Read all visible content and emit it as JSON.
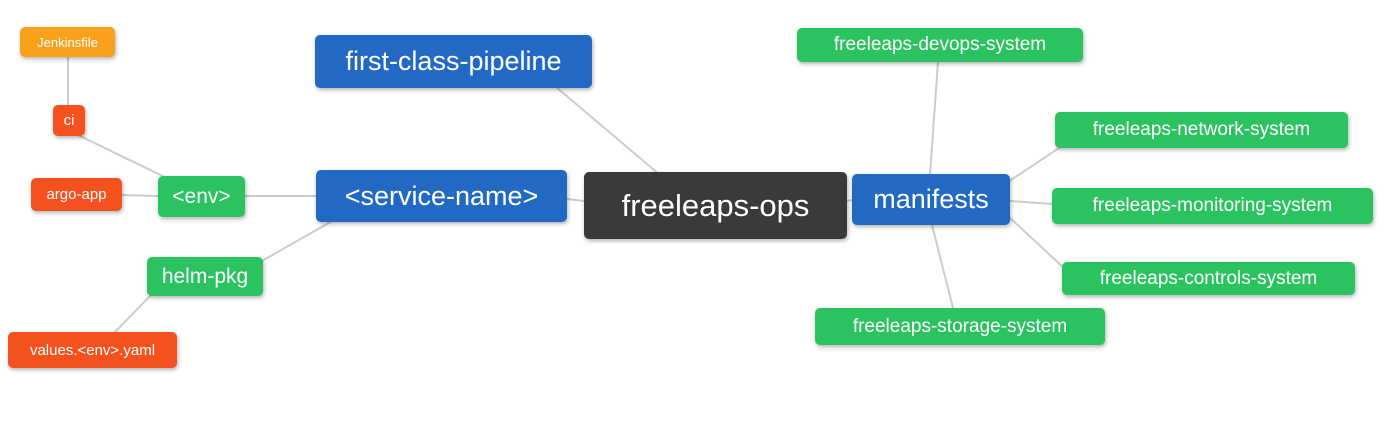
{
  "colors": {
    "node_blue": "#2269c3",
    "node_green": "#2bc360",
    "node_orange": "#f9a11c",
    "node_red": "#f4511e",
    "node_dark": "#3c3a39",
    "edge_line": "#cccccc",
    "node_text": "#ffffff",
    "background": "#ffffff"
  },
  "mindmap": {
    "root": "freeleaps-ops",
    "nodes": [
      {
        "id": "jenkinsfile",
        "label": "Jenkinsfile",
        "color": "orange"
      },
      {
        "id": "ci",
        "label": "ci",
        "color": "red"
      },
      {
        "id": "argo-app",
        "label": "argo-app",
        "color": "red"
      },
      {
        "id": "env",
        "label": "<env>",
        "color": "green"
      },
      {
        "id": "helm-pkg",
        "label": "helm-pkg",
        "color": "green"
      },
      {
        "id": "values-env-yaml",
        "label": "values.<env>.yaml",
        "color": "red"
      },
      {
        "id": "first-class-pipeline",
        "label": "first-class-pipeline",
        "color": "blue"
      },
      {
        "id": "service-name",
        "label": "<service-name>",
        "color": "blue"
      },
      {
        "id": "freeleaps-ops",
        "label": "freeleaps-ops",
        "color": "dark"
      },
      {
        "id": "manifests",
        "label": "manifests",
        "color": "blue"
      },
      {
        "id": "freeleaps-devops-system",
        "label": "freeleaps-devops-system",
        "color": "green"
      },
      {
        "id": "freeleaps-network-system",
        "label": "freeleaps-network-system",
        "color": "green"
      },
      {
        "id": "freeleaps-monitoring-system",
        "label": "freeleaps-monitoring-system",
        "color": "green"
      },
      {
        "id": "freeleaps-controls-system",
        "label": "freeleaps-controls-system",
        "color": "green"
      },
      {
        "id": "freeleaps-storage-system",
        "label": "freeleaps-storage-system",
        "color": "green"
      }
    ],
    "edges": [
      [
        "ci",
        "jenkinsfile"
      ],
      [
        "env",
        "ci"
      ],
      [
        "env",
        "argo-app"
      ],
      [
        "service-name",
        "env"
      ],
      [
        "service-name",
        "helm-pkg"
      ],
      [
        "helm-pkg",
        "values-env-yaml"
      ],
      [
        "freeleaps-ops",
        "first-class-pipeline"
      ],
      [
        "freeleaps-ops",
        "service-name"
      ],
      [
        "freeleaps-ops",
        "manifests"
      ],
      [
        "manifests",
        "freeleaps-devops-system"
      ],
      [
        "manifests",
        "freeleaps-network-system"
      ],
      [
        "manifests",
        "freeleaps-monitoring-system"
      ],
      [
        "manifests",
        "freeleaps-controls-system"
      ],
      [
        "manifests",
        "freeleaps-storage-system"
      ]
    ]
  }
}
